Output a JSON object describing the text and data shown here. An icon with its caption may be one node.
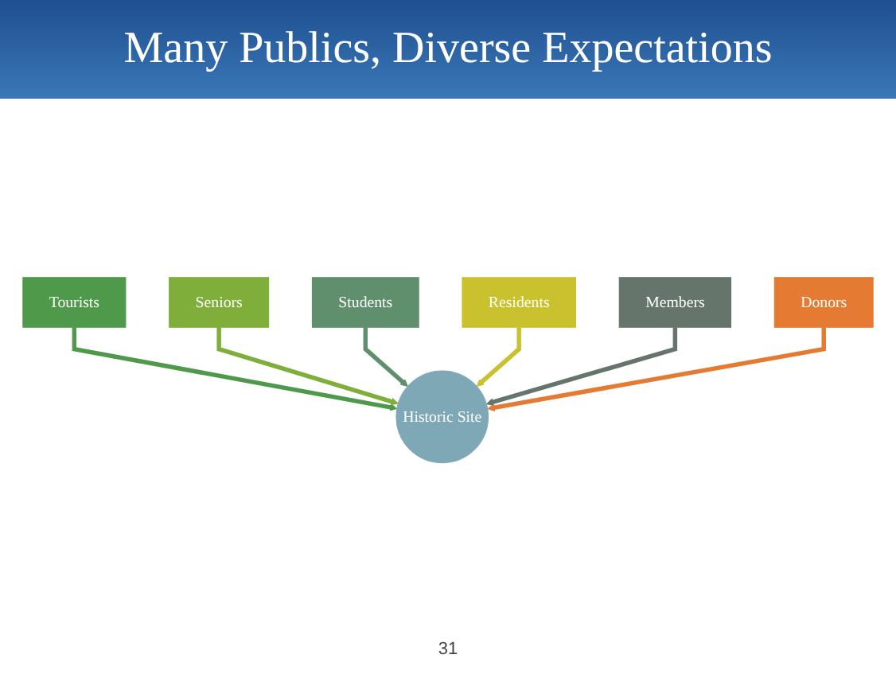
{
  "diagram": {
    "title": "Many Publics, Diverse Expectations",
    "nodes": [
      {
        "text": [
          "Tourists"
        ]
      },
      {
        "text": [
          "Seniors"
        ]
      },
      {
        "text": [
          "Students"
        ]
      },
      {
        "text": [
          "Residents"
        ]
      },
      {
        "text": [
          "Members"
        ]
      },
      {
        "text": [
          "Historic Site"
        ]
      },
      {
        "text": [
          "Donors"
        ]
      }
    ],
    "edges": [
      {
        "from": 0,
        "to": 5,
        "arrow": "to",
        "color": "#4f9a4a"
      },
      {
        "from": 1,
        "to": 5,
        "arrow": "to",
        "color": "#7fae3a"
      },
      {
        "from": 2,
        "to": 5,
        "arrow": "to",
        "color": "#5f8f6c"
      },
      {
        "from": 3,
        "to": 5,
        "arrow": "to",
        "color": "#c9c22e"
      },
      {
        "from": 4,
        "to": 5,
        "arrow": "to",
        "color": "#66756c"
      },
      {
        "from": 6,
        "to": 5,
        "arrow": "to",
        "color": "#e57a32"
      }
    ],
    "labels": [
      "31"
    ]
  }
}
